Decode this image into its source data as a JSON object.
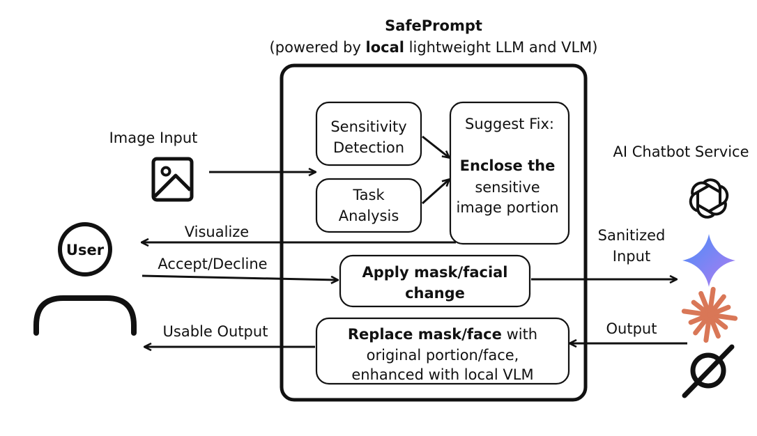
{
  "title": "SafePrompt",
  "subtitle": {
    "prefix": "(powered by ",
    "emphasis": "local",
    "suffix": " lightweight LLM and VLM)"
  },
  "image_input_label": "Image Input",
  "user_label": "User",
  "boxes": {
    "sensitivity": [
      "Sensitivity",
      "Detection"
    ],
    "task": [
      "Task",
      "Analysis"
    ],
    "suggest": {
      "heading": "Suggest Fix:",
      "bold": "Enclose the",
      "lines": [
        "sensitive",
        "image portion"
      ]
    },
    "apply": [
      "Apply mask/facial",
      "change"
    ],
    "replace": {
      "bold": "Replace mask/face",
      "rest": " with",
      "lines": [
        "original portion/face,",
        "enhanced with local VLM"
      ]
    }
  },
  "arrows": {
    "visualize": "Visualize",
    "accept": "Accept/Decline",
    "usable": "Usable Output",
    "sanitized": [
      "Sanitized",
      "Input"
    ],
    "output": "Output"
  },
  "service_label": "AI Chatbot Service",
  "colors": {
    "ink": "#111111",
    "gemini_start": "#4a8df8",
    "gemini_end": "#b07cf0",
    "claude": "#d97757"
  }
}
